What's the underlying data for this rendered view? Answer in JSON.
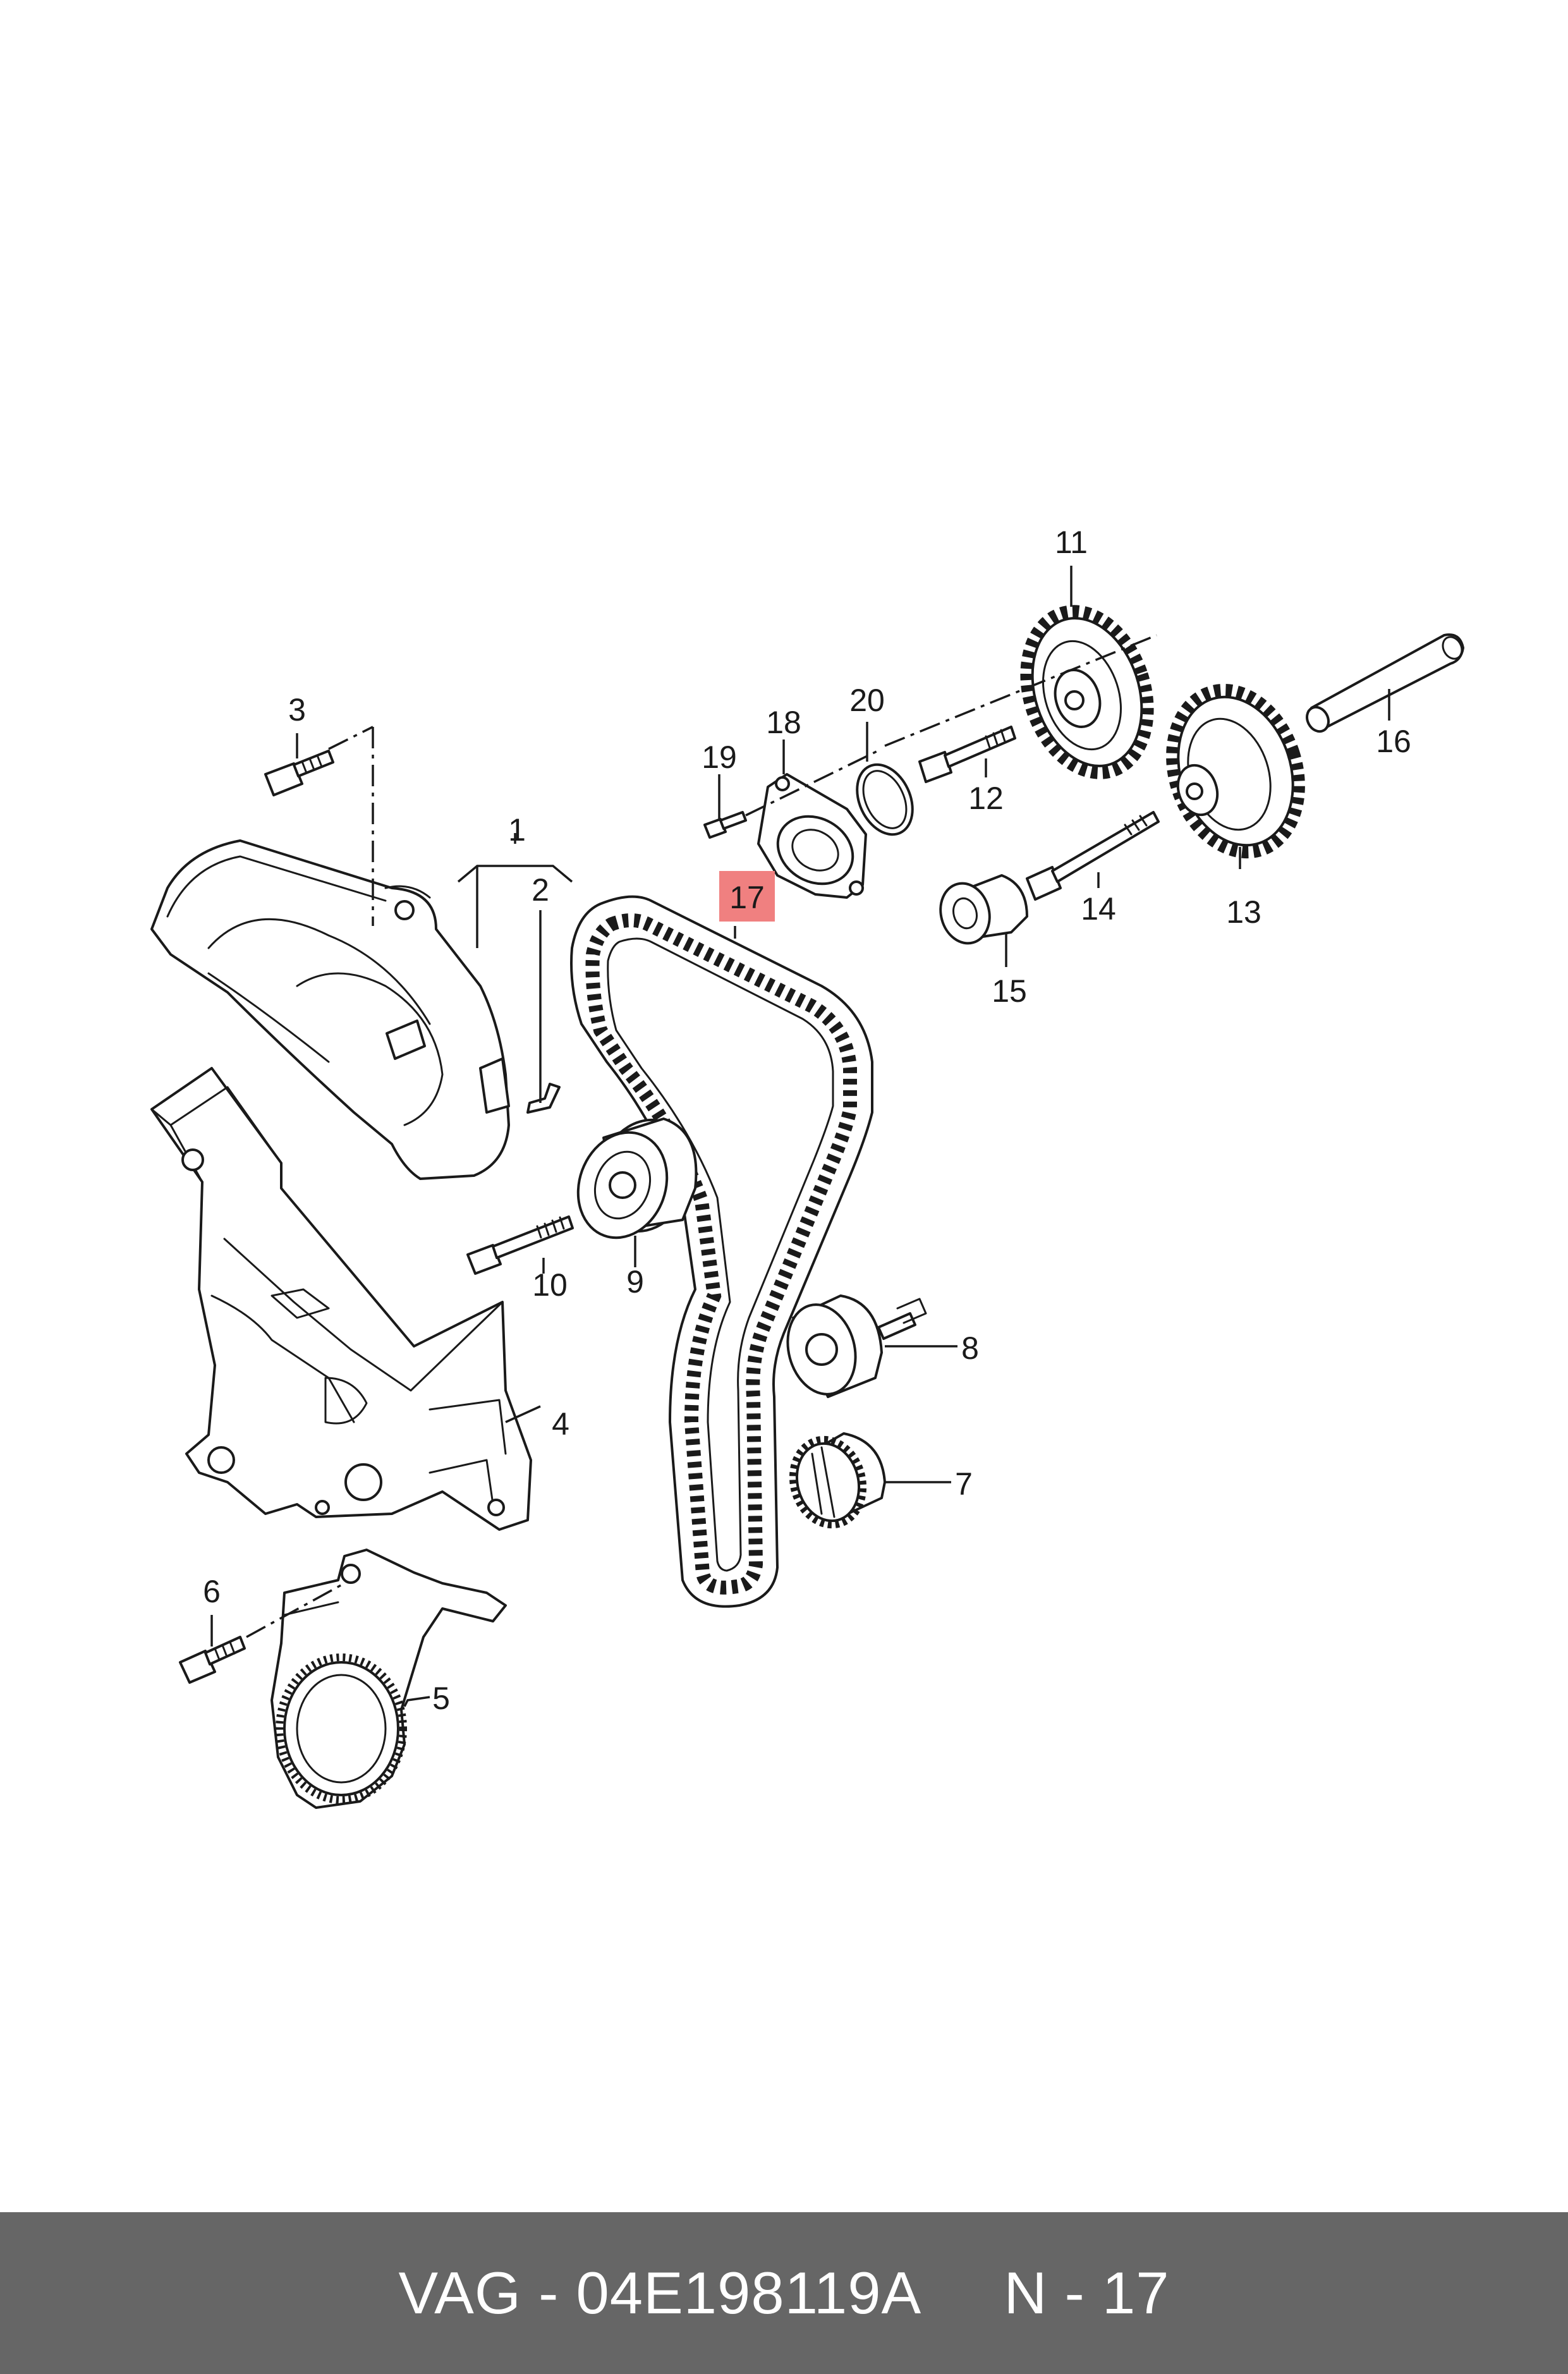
{
  "diagram": {
    "callouts": {
      "c1": "1",
      "c2": "2",
      "c3": "3",
      "c4": "4",
      "c5": "5",
      "c6": "6",
      "c7": "7",
      "c8": "8",
      "c9": "9",
      "c10": "10",
      "c11": "11",
      "c12": "12",
      "c13": "13",
      "c14": "14",
      "c15": "15",
      "c16": "16",
      "c17": "17",
      "c18": "18",
      "c19": "19",
      "c20": "20"
    },
    "highlighted_callout": "17",
    "highlight_color": "#f08080"
  },
  "footer": {
    "text": "VAG - 04E198119A     N - 17",
    "background": "#666666",
    "text_color": "#ffffff"
  }
}
